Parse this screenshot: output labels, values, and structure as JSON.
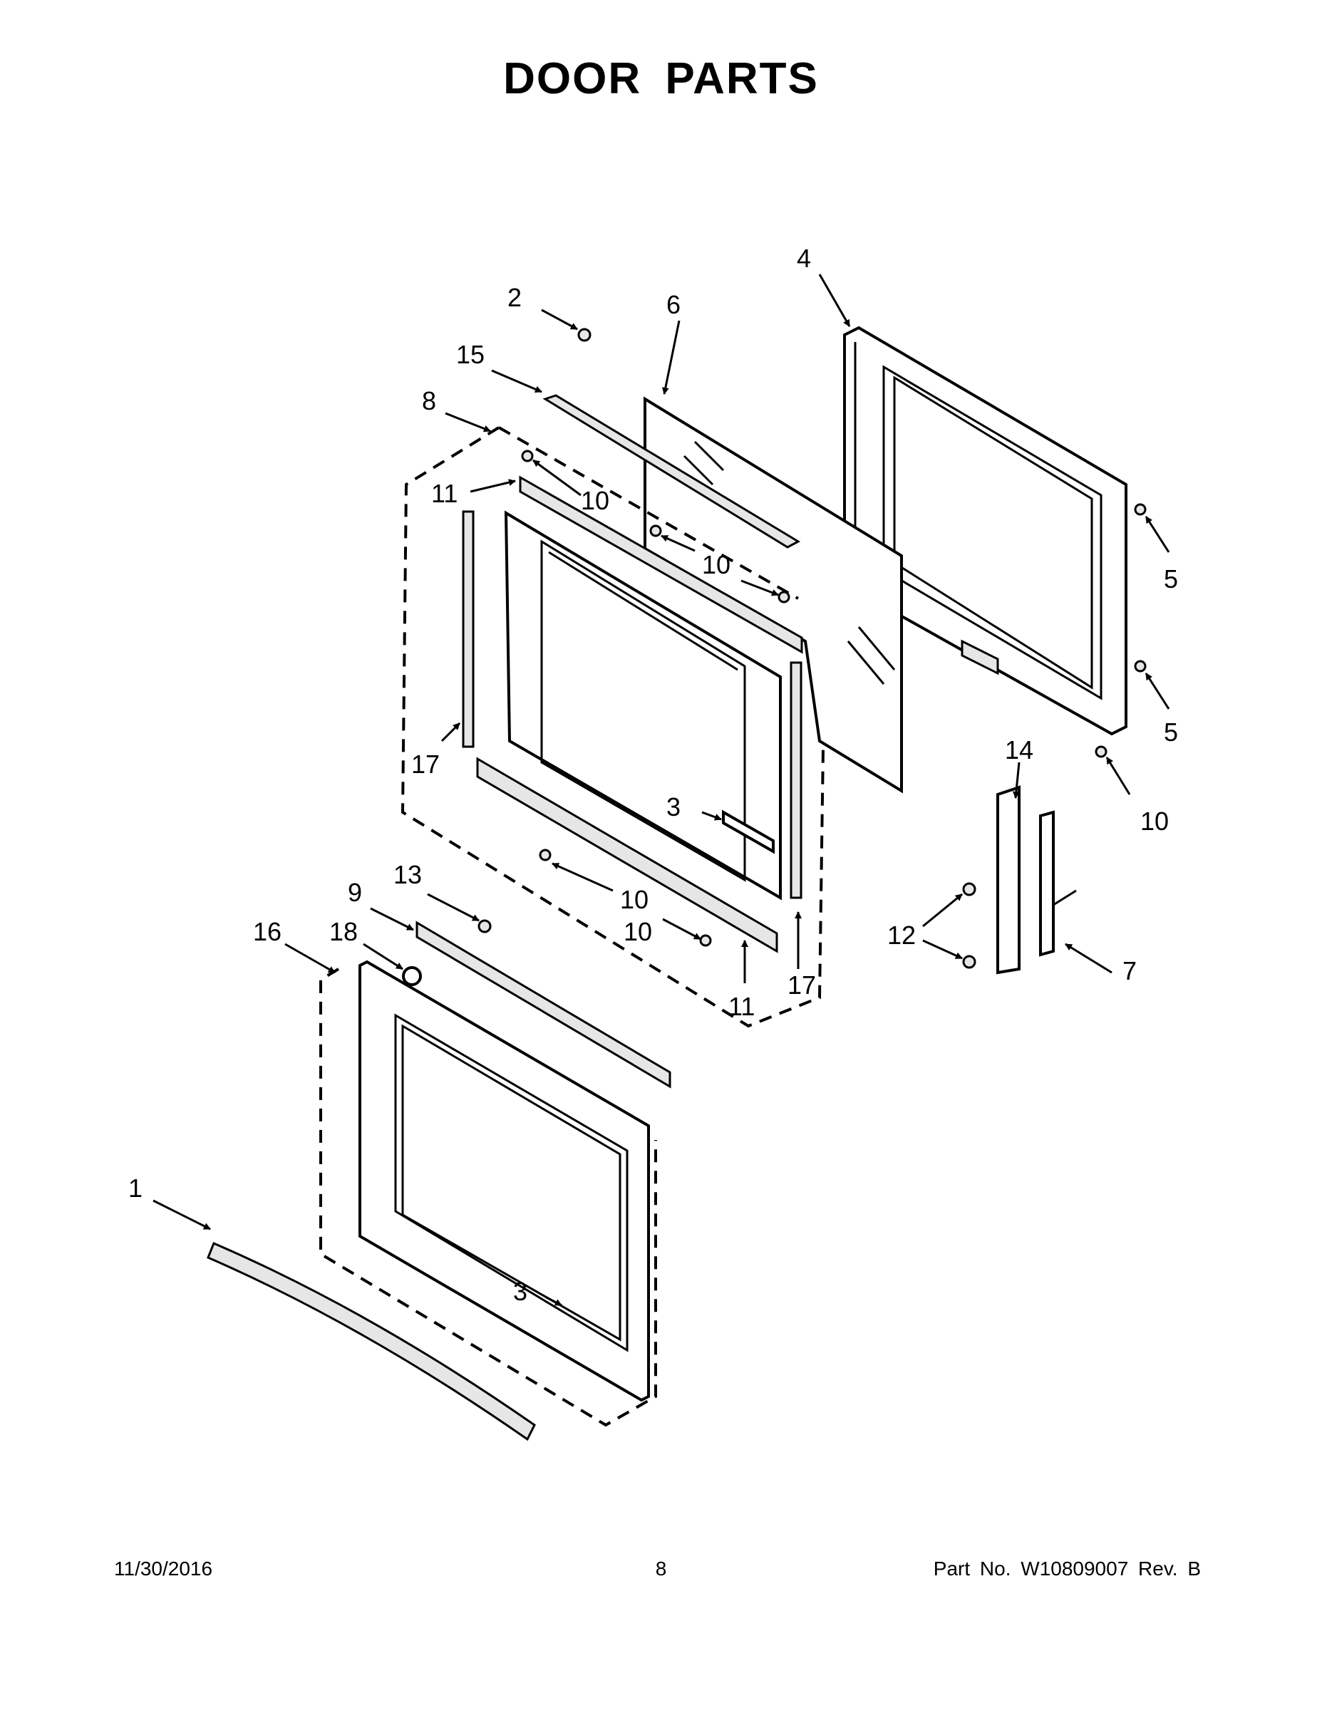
{
  "title": "DOOR PARTS",
  "footer": {
    "date": "11/30/2016",
    "page": "8",
    "part": "Part No.  W10809007  Rev.  B"
  },
  "callouts": {
    "c1": "1",
    "c2": "2",
    "c3a": "3",
    "c3b": "3",
    "c4": "4",
    "c5a": "5",
    "c5b": "5",
    "c6": "6",
    "c7": "7",
    "c8": "8",
    "c9": "9",
    "c10a": "10",
    "c10b": "10",
    "c10c": "10",
    "c10d": "10",
    "c10e": "10",
    "c11a": "11",
    "c11b": "11",
    "c12": "12",
    "c13": "13",
    "c14": "14",
    "c15": "15",
    "c16": "16",
    "c17a": "17",
    "c17b": "17",
    "c18": "18"
  }
}
